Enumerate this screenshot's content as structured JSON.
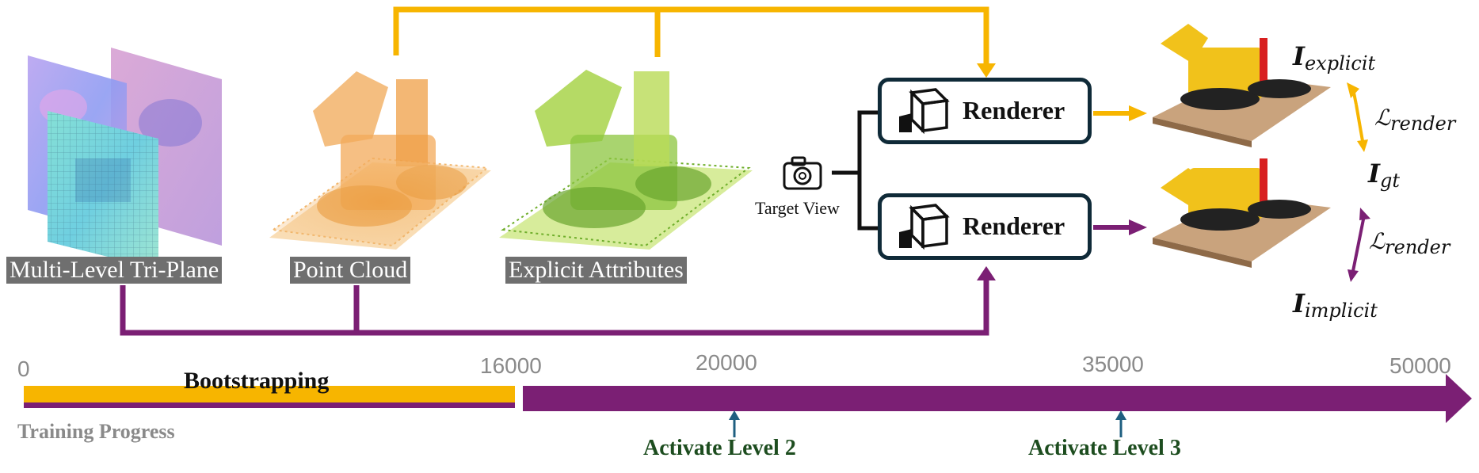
{
  "labels": {
    "triplane": "Multi-Level Tri-Plane",
    "point_cloud": "Point Cloud",
    "explicit_attrs": "Explicit Attributes",
    "target_view": "Target View",
    "renderer_top": "Renderer",
    "renderer_bottom": "Renderer"
  },
  "outputs": {
    "explicit": {
      "symbol": "I",
      "sub": "explicit"
    },
    "implicit": {
      "symbol": "I",
      "sub": "implicit"
    },
    "gt": {
      "symbol": "I",
      "sub": "gt"
    },
    "loss_top": {
      "symbol": "ℒ",
      "sub": "render"
    },
    "loss_bottom": {
      "symbol": "ℒ",
      "sub": "render"
    }
  },
  "timeline": {
    "ticks": [
      "0",
      "16000",
      "20000",
      "35000",
      "50000"
    ],
    "phase_label": "Bootstrapping",
    "progress_label": "Training Progress",
    "activate_2": "Activate Level 2",
    "activate_3": "Activate Level 3"
  },
  "colors": {
    "explicit_path": "#f7b500",
    "implicit_path": "#7b1f74",
    "box_border": "#0f2a38",
    "label_bg": "#6f6f6f",
    "activate_text": "#1d4d1f",
    "activate_arrow": "#1f5f80"
  },
  "icons": [
    "cube-icon",
    "camera-icon",
    "triplane-image",
    "point-cloud-image",
    "explicit-attributes-image",
    "bulldozer-render-image"
  ]
}
